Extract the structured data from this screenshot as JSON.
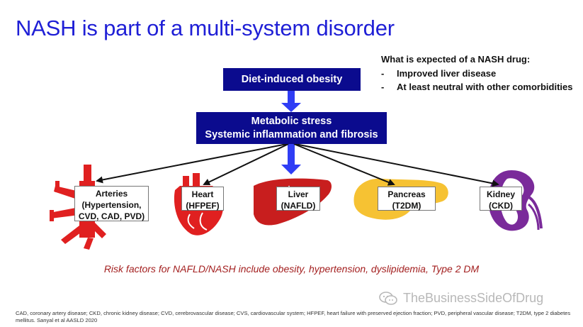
{
  "title": "NASH is part of a multi-system disorder",
  "expectations": {
    "heading": "What is expected of a NASH drug:",
    "items": [
      {
        "dash": "-",
        "text": "Improved liver disease"
      },
      {
        "dash": "-",
        "text": "At least neutral with other comorbidities"
      }
    ]
  },
  "boxes": {
    "obesity": "Diet-induced obesity",
    "stress_line1": "Metabolic stress",
    "stress_line2": "Systemic inflammation and fibrosis"
  },
  "organs": {
    "arteries": {
      "line1": "Arteries",
      "line2": "(Hypertension,",
      "line3": "CVD, CAD, PVD)"
    },
    "heart": {
      "line1": "Heart",
      "line2": "(HFPEF)"
    },
    "liver": {
      "line1": "Liver",
      "line2": "(NAFLD)"
    },
    "pancreas": {
      "line1": "Pancreas",
      "line2": "(T2DM)"
    },
    "kidney": {
      "line1": "Kidney",
      "line2": "(CKD)"
    }
  },
  "risk_text": "Risk factors for NAFLD/NASH include obesity, hypertension, dyslipidemia, Type 2 DM",
  "watermark": "TheBusinessSideOfDrug",
  "footnote": "CAD, coronary artery disease; CKD, chronic kidney disease; CVD, cerebrovascular disease; CVS, cardiovascular system; HFPEF, heart failure with preserved ejection fraction; PVD, peripheral vascular disease; T2DM, type 2 diabetes mellitus. Sanyal et al AASLD 2020",
  "colors": {
    "title": "#1f1fd6",
    "navy": "#0b0b8e",
    "arrow_blue": "#2f3df5",
    "artery_red": "#e02020",
    "liver_red": "#c81e1e",
    "pancreas_yellow": "#f6c233",
    "kidney_purple": "#7a2a9a",
    "risk_red": "#a31f1f"
  },
  "icons": [
    "arteries-icon",
    "heart-icon",
    "liver-icon",
    "pancreas-icon",
    "kidney-icon",
    "wechat-icon"
  ]
}
